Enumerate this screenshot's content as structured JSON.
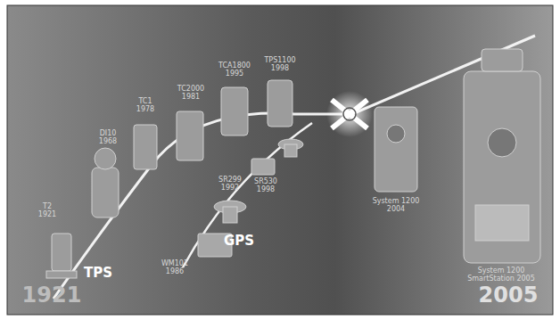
{
  "diagram": {
    "labels": [
      "T2 1921",
      "DI10 1968",
      "TC1 1978",
      "TC2000 1981",
      "TCA1800 1995",
      "TPS1100 1998",
      "System 1200 2004",
      "System 1200 SmartStation 2005",
      "WM101 1986",
      "SR299 1992",
      "SR530 1998",
      "TPS",
      "GPS",
      "1921",
      "2005"
    ]
  }
}
